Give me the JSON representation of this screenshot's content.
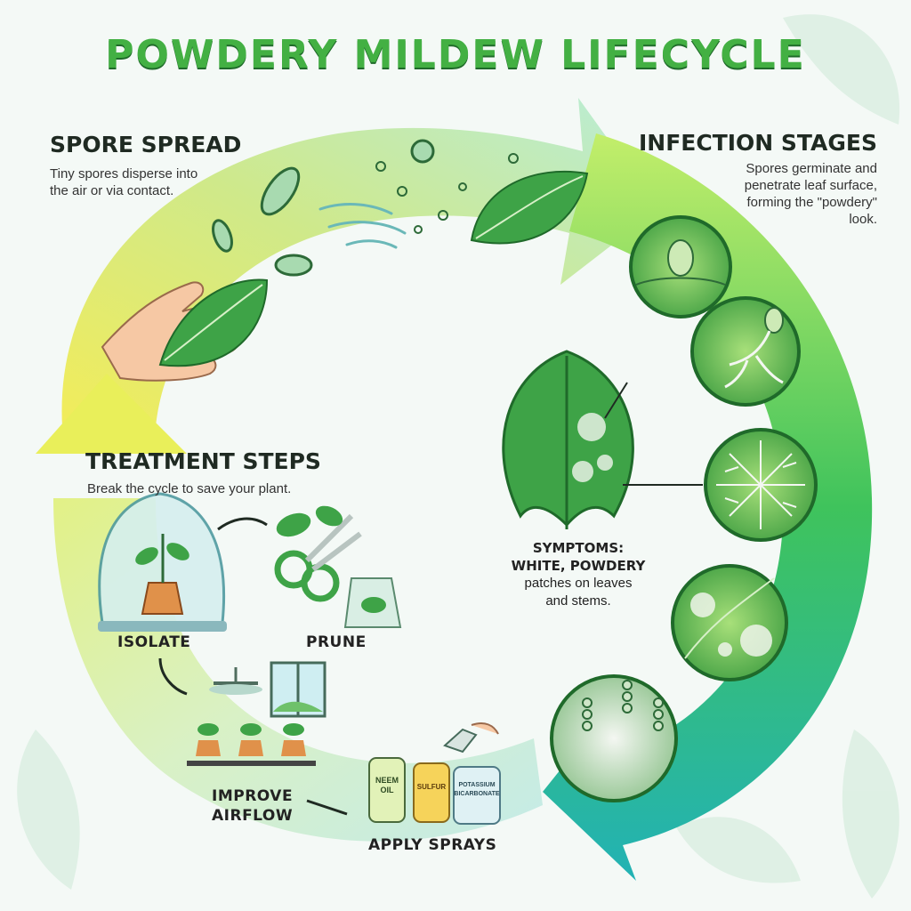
{
  "title": "POWDERY MILDEW LIFECYCLE",
  "spore_spread": {
    "heading": "SPORE SPREAD",
    "desc_line1": "Tiny spores disperse into",
    "desc_line2": "the air or via contact."
  },
  "infection": {
    "heading": "INFECTION STAGES",
    "desc_line1": "Spores germinate and",
    "desc_line2": "penetrate leaf surface,",
    "desc_line3": "forming the \"powdery\"",
    "desc_line4": "look."
  },
  "treatment": {
    "heading": "TREATMENT STEPS",
    "desc": "Break the cycle to save your plant.",
    "steps": {
      "isolate": "ISOLATE",
      "prune": "PRUNE",
      "airflow_line1": "IMPROVE",
      "airflow_line2": "AIRFLOW",
      "sprays": "APPLY SPRAYS"
    },
    "bottles": {
      "neem_line1": "NEEM",
      "neem_line2": "OIL",
      "sulfur": "SULFUR",
      "potassium_line1": "POTASSIUM",
      "potassium_line2": "BICARBONATE"
    }
  },
  "symptoms": {
    "label_line1": "SYMPTOMS:",
    "label_line2": "WHITE, POWDERY",
    "desc_line1": "patches on leaves",
    "desc_line2": "and stems."
  },
  "colors": {
    "title_green": "#43b043",
    "arrow_yellow": "#e9ef5a",
    "arrow_green": "#3fbf5a",
    "arrow_teal": "#2ab3a0",
    "leaf_green": "#3ea347"
  }
}
